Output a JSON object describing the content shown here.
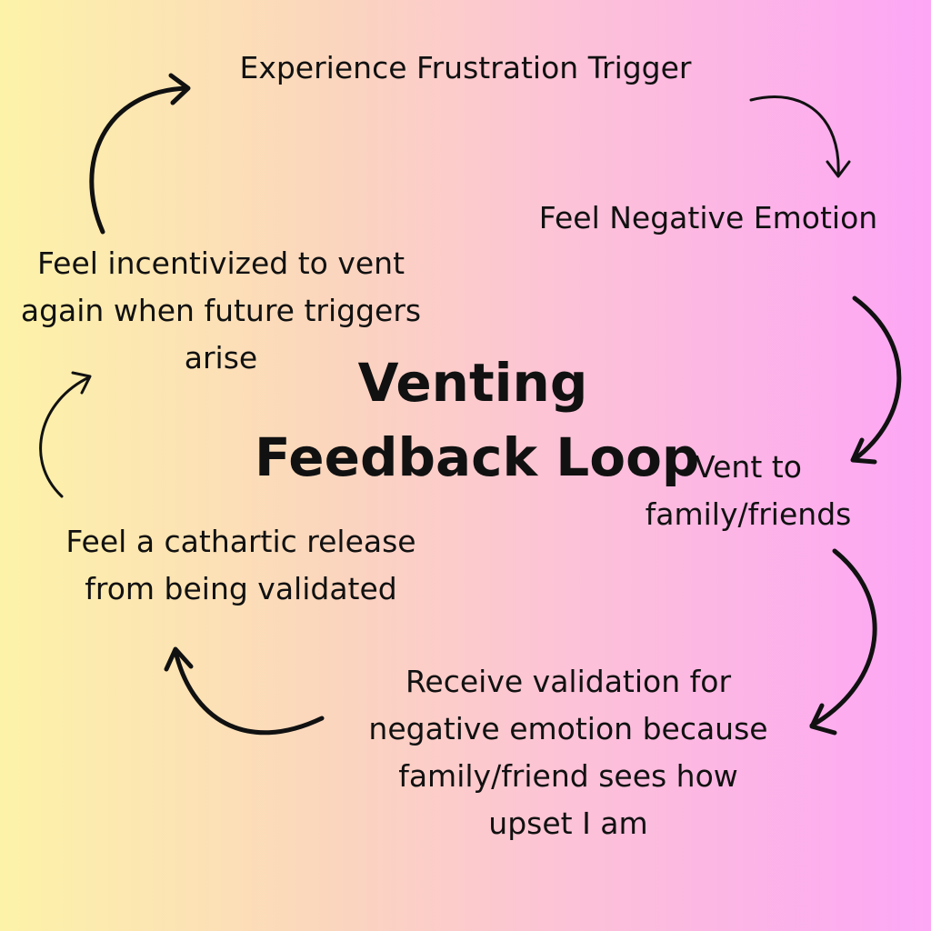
{
  "title": {
    "line1": "Venting",
    "line2": "Feedback Loop"
  },
  "steps": [
    {
      "lines": [
        "Experience Frustration Trigger"
      ]
    },
    {
      "lines": [
        "Feel Negative Emotion"
      ]
    },
    {
      "lines": [
        "Vent to",
        "family/friends"
      ]
    },
    {
      "lines": [
        "Receive validation for",
        "negative emotion because",
        "family/friend sees how",
        "upset I am"
      ]
    },
    {
      "lines": [
        "Feel a cathartic release",
        "from being validated"
      ]
    },
    {
      "lines": [
        "Feel incentivized to vent",
        "again when future triggers",
        "arise"
      ]
    }
  ]
}
